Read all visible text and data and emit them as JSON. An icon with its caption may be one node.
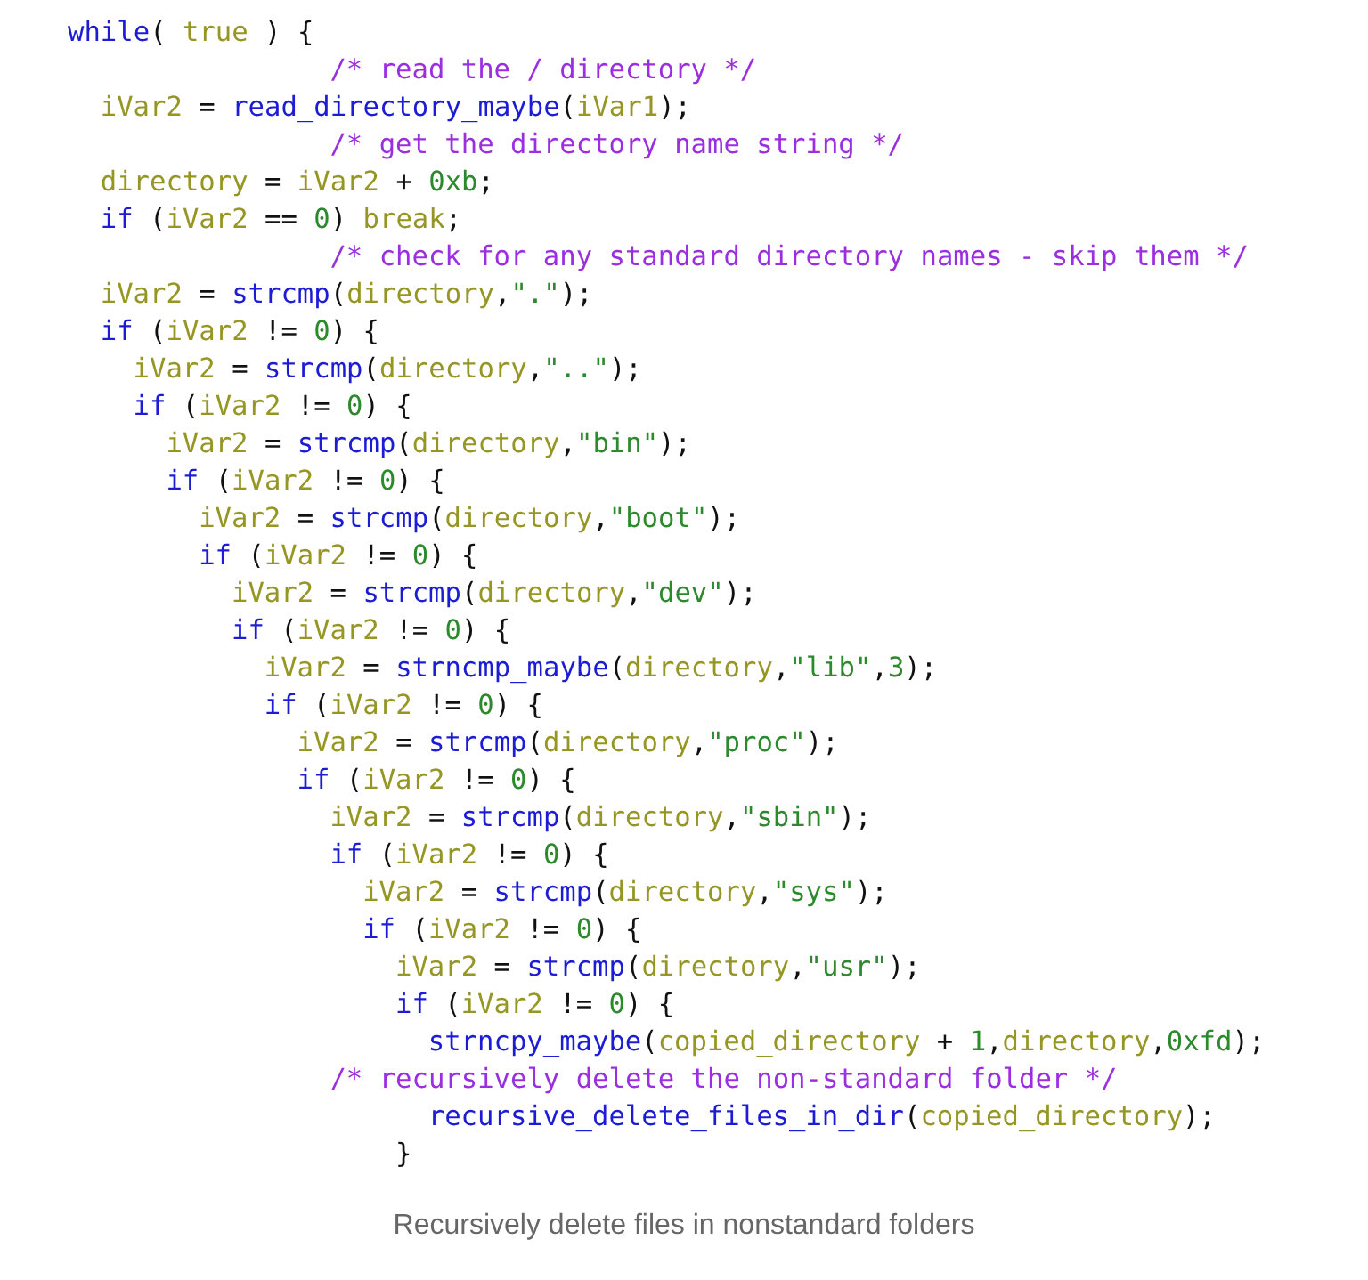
{
  "diagram": {
    "caption": "Recursively delete files in nonstandard folders",
    "labels": [
      "while( true ) {",
      "/* read the / directory */",
      "iVar2 = read_directory_maybe(iVar1);",
      "/* get the directory name string */",
      "directory = iVar2 + 0xb;",
      "if (iVar2 == 0) break;",
      "/* check for any standard directory names - skip them */",
      "iVar2 = strcmp(directory,\".\");",
      "if (iVar2 != 0) {",
      "iVar2 = strcmp(directory,\"..\");",
      "if (iVar2 != 0) {",
      "iVar2 = strcmp(directory,\"bin\");",
      "if (iVar2 != 0) {",
      "iVar2 = strcmp(directory,\"boot\");",
      "if (iVar2 != 0) {",
      "iVar2 = strcmp(directory,\"dev\");",
      "if (iVar2 != 0) {",
      "iVar2 = strncmp_maybe(directory,\"lib\",3);",
      "if (iVar2 != 0) {",
      "iVar2 = strcmp(directory,\"proc\");",
      "if (iVar2 != 0) {",
      "iVar2 = strcmp(directory,\"sbin\");",
      "if (iVar2 != 0) {",
      "iVar2 = strcmp(directory,\"sys\");",
      "if (iVar2 != 0) {",
      "iVar2 = strcmp(directory,\"usr\");",
      "if (iVar2 != 0) {",
      "strncpy_maybe(copied_directory + 1,directory,0xfd);",
      "/* recursively delete the non-standard folder */",
      "recursive_delete_files_in_dir(copied_directory);",
      "}"
    ]
  }
}
